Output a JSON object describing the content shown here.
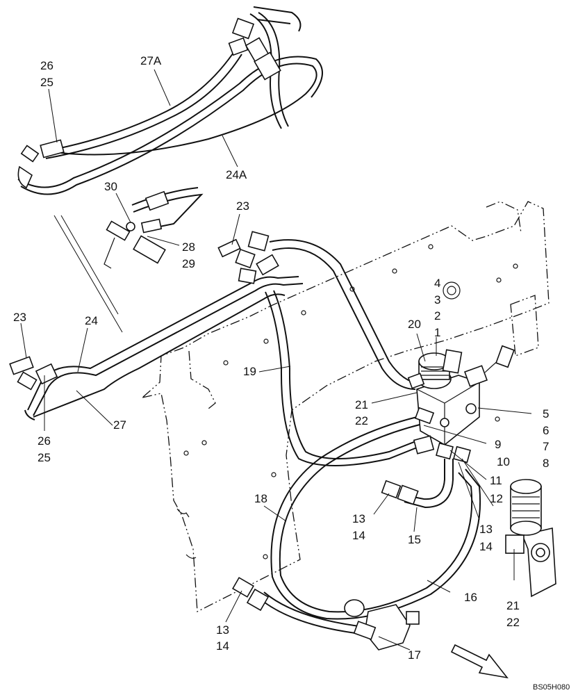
{
  "callouts": [
    {
      "id": "c1",
      "text": "26"
    },
    {
      "id": "c2",
      "text": "25"
    },
    {
      "id": "c3",
      "text": "27A"
    },
    {
      "id": "c4",
      "text": "24A"
    },
    {
      "id": "c5",
      "text": "30"
    },
    {
      "id": "c6",
      "text": "23"
    },
    {
      "id": "c7",
      "text": "28"
    },
    {
      "id": "c8",
      "text": "29"
    },
    {
      "id": "c9",
      "text": "23"
    },
    {
      "id": "c10",
      "text": "24"
    },
    {
      "id": "c11",
      "text": "4"
    },
    {
      "id": "c12",
      "text": "3"
    },
    {
      "id": "c13",
      "text": "2"
    },
    {
      "id": "c14",
      "text": "1"
    },
    {
      "id": "c15",
      "text": "20"
    },
    {
      "id": "c16",
      "text": "19"
    },
    {
      "id": "c17",
      "text": "21"
    },
    {
      "id": "c18",
      "text": "22"
    },
    {
      "id": "c19",
      "text": "5"
    },
    {
      "id": "c20",
      "text": "6"
    },
    {
      "id": "c21",
      "text": "7"
    },
    {
      "id": "c22",
      "text": "8"
    },
    {
      "id": "c23",
      "text": "9"
    },
    {
      "id": "c24",
      "text": "10"
    },
    {
      "id": "c25",
      "text": "11"
    },
    {
      "id": "c26",
      "text": "12"
    },
    {
      "id": "c27",
      "text": "27"
    },
    {
      "id": "c28",
      "text": "26"
    },
    {
      "id": "c29",
      "text": "25"
    },
    {
      "id": "c30",
      "text": "18"
    },
    {
      "id": "c31",
      "text": "13"
    },
    {
      "id": "c32",
      "text": "14"
    },
    {
      "id": "c33",
      "text": "15"
    },
    {
      "id": "c34",
      "text": "13"
    },
    {
      "id": "c35",
      "text": "14"
    },
    {
      "id": "c36",
      "text": "16"
    },
    {
      "id": "c37",
      "text": "21"
    },
    {
      "id": "c38",
      "text": "22"
    },
    {
      "id": "c39",
      "text": "13"
    },
    {
      "id": "c40",
      "text": "14"
    },
    {
      "id": "c41",
      "text": "17"
    }
  ],
  "drawing_code": "BS05H080"
}
